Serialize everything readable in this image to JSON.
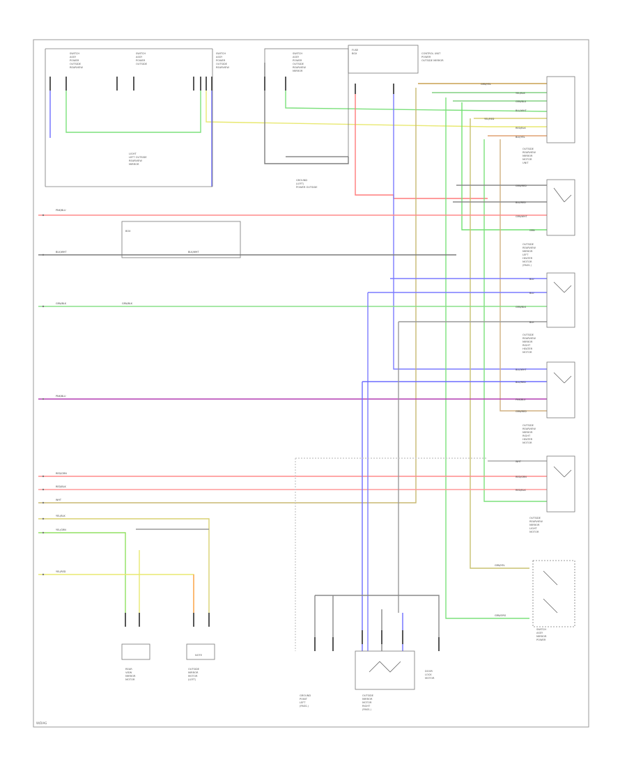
{
  "components": {
    "top_sw_1": [
      "SWITCH",
      "ASSY",
      "POWER",
      "OUTSIDE",
      "REARVIEW"
    ],
    "top_sw_2": [
      "SWITCH",
      "ASSY",
      "POWER",
      "OUTSIDE"
    ],
    "top_sw_3": [
      "SWITCH",
      "ASSY",
      "POWER",
      "OUTSIDE",
      "REARVIEW"
    ],
    "top_sw_4": [
      "SWITCH",
      "ASSY",
      "POWER",
      "OUTSIDE",
      "REARVIEW",
      "MIRROR"
    ],
    "fuse_box": [
      "FUSE",
      "BOX"
    ],
    "control_unit": [
      "CONTROL UNIT",
      "POWER",
      "OUTSIDE MIRROR"
    ],
    "left_light": [
      "LIGHT",
      "LEFT OUTSIDE",
      "REARVIEW",
      "MIRROR"
    ],
    "ground_mid": [
      "GROUND",
      "(LEFT)",
      "POWER OUTSIDE"
    ],
    "r_unit_1": [
      "OUTSIDE",
      "REARVIEW",
      "MIRROR",
      "MOTOR",
      "UNIT"
    ],
    "r_unit_2": [
      "OUTSIDE",
      "REARVIEW",
      "MIRROR",
      "LEFT",
      "HEATER",
      "MOTOR",
      "(PASS.)"
    ],
    "r_unit_3": [
      "OUTSIDE",
      "REARVIEW",
      "MIRROR",
      "RIGHT",
      "HEATER",
      "MOTOR"
    ],
    "r_unit_4": [
      "OUTSIDE",
      "REARVIEW",
      "MIRROR",
      "RIGHT",
      "HEATER",
      "MOTOR"
    ],
    "r_unit_5": [
      "OUTSIDE",
      "REARVIEW",
      "MIRROR",
      "LIGHT",
      "MOTOR"
    ],
    "r_switch": [
      "SWITCH",
      "ASSY",
      "MIRROR",
      "POWER"
    ],
    "bottom_1": [
      "REAR",
      "VIEW",
      "MIRROR",
      "MOTOR"
    ],
    "bottom_2": [
      "OUTSIDE",
      "MIRROR",
      "MOTOR",
      "(LEFT)"
    ],
    "bottom_3": [
      "GROUND",
      "POINT",
      "LEFT",
      "(PASS.)"
    ],
    "bottom_4": [
      "OUTSIDE",
      "MIRROR",
      "MOTOR",
      "RIGHT",
      "(PASS.)"
    ],
    "bottom_5": [
      "DOOR",
      "LOCK",
      "MOTOR"
    ],
    "sub_box": [
      "BOX"
    ],
    "sub_note": [
      "NOTE"
    ]
  },
  "wire_labels": {
    "gn_yl": "GRN/YEL",
    "yel_blk": "YEL/BLK",
    "grn_blu": "GRN/BLU",
    "blu_wht": "BLU/WHT",
    "yel_red": "YEL/RED",
    "red_blk": "RED/BLK",
    "blk_yel": "BLK/YEL",
    "grn_red": "GRN/RED",
    "blu_red": "BLU/RED",
    "grn_wht": "GRN/WHT",
    "grn_blk": "GRN/BLK",
    "yel_grn": "YEL/GRN",
    "blk": "BLK",
    "blu": "BLU",
    "grn": "GRN",
    "pnk_blu": "PNK/BLU",
    "red_grn": "RED/GRN",
    "wht": "WHT",
    "grn_yel": "GRN/YEL",
    "blk_wht": "BLK/WHT",
    "grn_org": "GRN/ORG"
  },
  "footer": "W/DIAG"
}
